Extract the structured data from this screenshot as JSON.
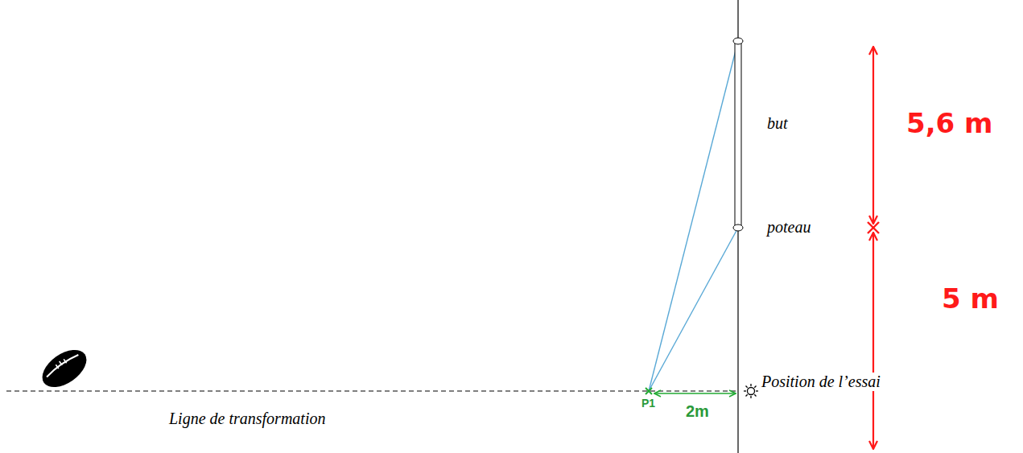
{
  "diagram": {
    "labels": [
      "but",
      "poteau",
      "5,6 m",
      "5 m",
      "Position de l’essai",
      "Ligne de transformation",
      "P1",
      "2m"
    ]
  }
}
